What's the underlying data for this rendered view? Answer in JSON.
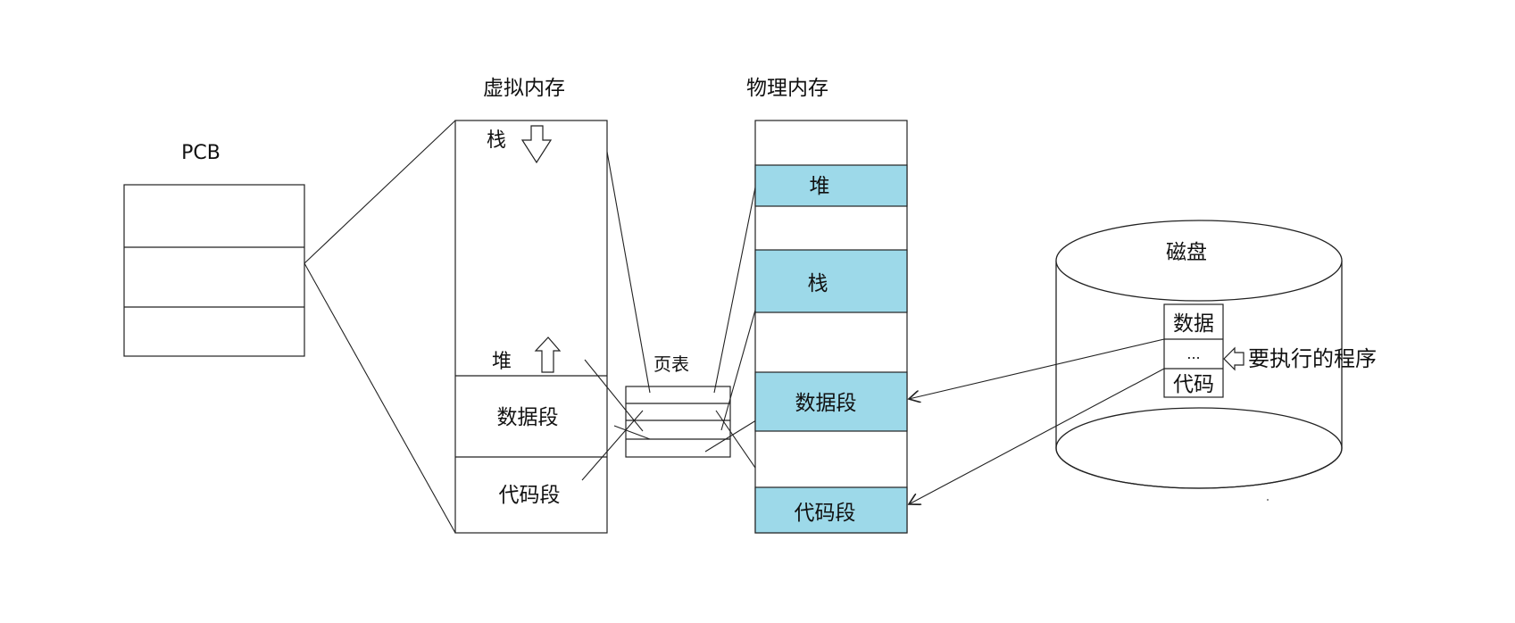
{
  "pcb": {
    "title": "PCB"
  },
  "virtual_memory": {
    "title": "虚拟内存",
    "stack": "栈",
    "heap": "堆",
    "data_segment": "数据段",
    "code_segment": "代码段"
  },
  "page_table": {
    "title": "页表"
  },
  "physical_memory": {
    "title": "物理内存",
    "heap": "堆",
    "stack": "栈",
    "data_segment": "数据段",
    "code_segment": "代码段",
    "highlight_color": "#9dd9e9"
  },
  "disk": {
    "title": "磁盘",
    "data": "数据",
    "ellipsis": "...",
    "code": "代码",
    "program_label": "要执行的程序"
  }
}
